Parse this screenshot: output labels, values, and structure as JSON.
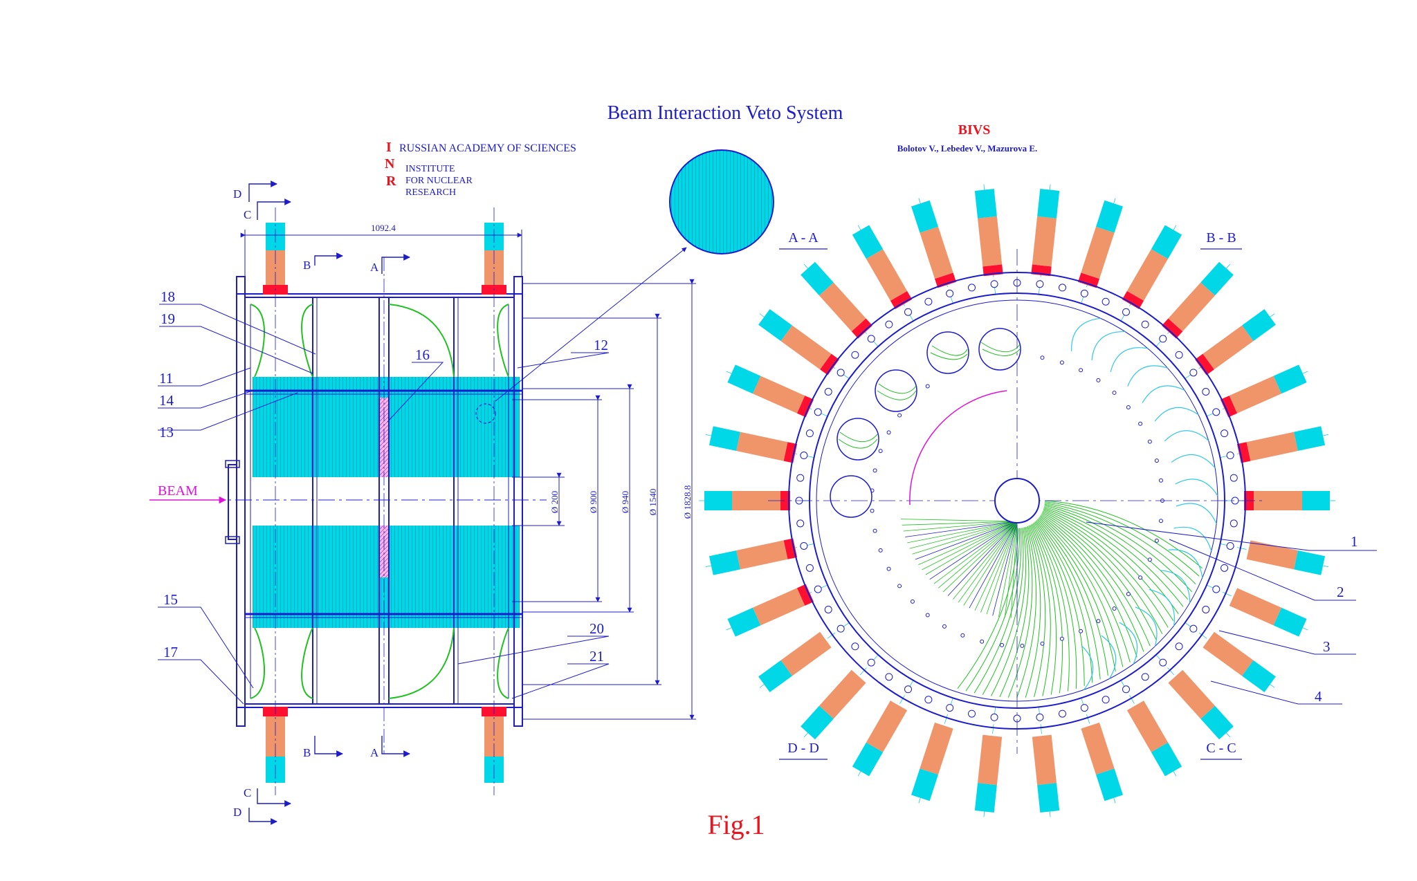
{
  "title": "Beam Interaction Veto System",
  "acronym": "BIVS",
  "authors": "Bolotov V., Lebedev V., Mazurova E.",
  "institute": {
    "letters": [
      "I",
      "N",
      "R"
    ],
    "line1": "RUSSIAN ACADEMY OF SCIENCES",
    "line2": "INSTITUTE",
    "line3": "FOR NUCLEAR",
    "line4": "RESEARCH"
  },
  "beam_label": "BEAM",
  "figure_label": "Fig.1",
  "dimensions": {
    "length": "1092.4",
    "d200": "Ø 200",
    "d900": "Ø 900",
    "d940": "Ø 940",
    "d1540": "Ø 1540",
    "d1828": "Ø 1828.8"
  },
  "section_markers": {
    "A": "A",
    "B": "B",
    "C": "C",
    "D": "D"
  },
  "section_views": {
    "aa": "A - A",
    "bb": "B - B",
    "cc": "C - C",
    "dd": "D - D"
  },
  "callouts_left": {
    "c18": "18",
    "c19": "19",
    "c11": "11",
    "c14": "14",
    "c13": "13",
    "c16": "16",
    "c12": "12",
    "c15": "15",
    "c17": "17",
    "c20": "20",
    "c21": "21"
  },
  "callouts_right": {
    "c1": "1",
    "c2": "2",
    "c3": "3",
    "c4": "4"
  },
  "colors": {
    "line": "#1c1ccc",
    "label_red": "#e8141e",
    "scintillator_cyan": "#00d8e8",
    "pmt_orange": "#f0946a",
    "flange_red": "#ff1030",
    "fiber_green": "#20c020",
    "beam_magenta": "#e010d8"
  }
}
